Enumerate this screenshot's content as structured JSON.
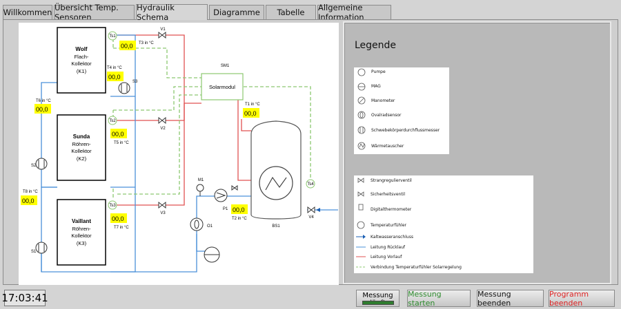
{
  "tabs": [
    {
      "label": "Willkommen",
      "active": false
    },
    {
      "label": "Übersicht Temp. Sensoren",
      "active": false
    },
    {
      "label": "Hydraulik Schema",
      "active": true
    },
    {
      "label": "Diagramme",
      "active": false
    },
    {
      "label": "Tabelle",
      "active": false
    },
    {
      "label": "Allgemeine Information",
      "active": false
    }
  ],
  "legend": {
    "title": "Legende",
    "symbols_1": [
      "Pumpe",
      "MAG",
      "Manometer",
      "Ovalradsensor",
      "Schwebekörperdurchflussmesser",
      "Wärmetauscher"
    ],
    "symbols_2": [
      "Strangregulierventil",
      "Sicherheitsventil",
      "Digitalthermometer",
      "Temperaturfühler",
      "Kaltwasseranschluss",
      "Leitung Rücklauf",
      "Leitung Vorlauf",
      "Verbindung Temperaturfühler Solarregelung"
    ]
  },
  "schema": {
    "collectors": [
      {
        "brand": "Wolf",
        "type": "Flach-\nKollektor",
        "id": "(K1)"
      },
      {
        "brand": "Sunda",
        "type": "Röhren-\nKollektor",
        "id": "(K2)"
      },
      {
        "brand": "Vaillant",
        "type": "Röhren-\nKollektor",
        "id": "(K3)"
      }
    ],
    "readings": {
      "T1": "00,0",
      "T2": "00,0",
      "T3": "00,0",
      "T4": "00,0",
      "T5": "00,0",
      "T6": "00,0",
      "T7": "00,0",
      "T8": "00,0"
    },
    "labels": {
      "T1": "T1 in °C",
      "T2": "T2 in °C",
      "T3": "T3 in °C",
      "T4": "T4 in °C",
      "T5": "T5 in °C",
      "T6": "T6 in °C",
      "T7": "T7 in °C",
      "T8": "T8 in °C",
      "solarmodul": "Solarmodul",
      "sm1": "SM1",
      "ts1": "Ts1",
      "ts2": "Ts2",
      "ts3": "Ts3",
      "ts4": "Ts4",
      "v1": "V1",
      "v2": "V2",
      "v3": "V3",
      "v4": "V4",
      "s1": "S1",
      "s2": "S2",
      "s3": "S3",
      "m1": "M1",
      "o1": "O1",
      "p1": "P1",
      "bs1": "BS1"
    },
    "colors": {
      "vorlauf": "#e05050",
      "ruecklauf": "#4a90d9",
      "sensor": "#8cc870",
      "reading_bg": "#ffff00"
    }
  },
  "footer": {
    "clock": "17:03:41",
    "status_label": "Messung läuft",
    "buttons": {
      "start": "Messung starten",
      "stop": "Messung beenden",
      "exit": "Programm beenden"
    }
  }
}
